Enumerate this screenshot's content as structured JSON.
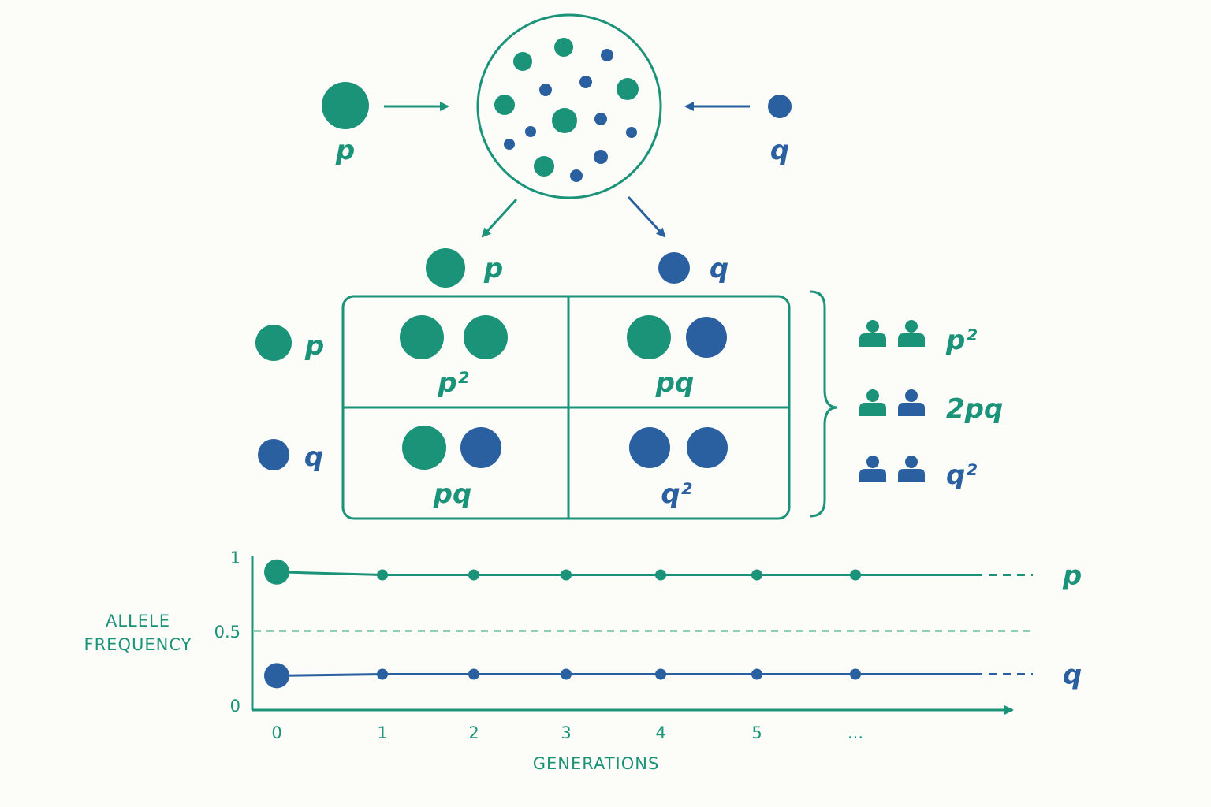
{
  "colors": {
    "green": "#1a9378",
    "blue": "#2a5fa0",
    "dashed_mid": "#8fcfba",
    "background": "#fcfcf9"
  },
  "labels": {
    "p": "p",
    "q": "q",
    "p_squared": "p²",
    "pq": "pq",
    "q_squared": "q²",
    "two_pq": "2pq"
  },
  "icons": {
    "allele": "circle",
    "gene_pool": "circle-with-dots",
    "person": "person-icon",
    "brace": "right-curly-brace"
  },
  "punnett": {
    "columns": [
      "p",
      "q"
    ],
    "rows": [
      "p",
      "q"
    ],
    "cells": [
      [
        "p²",
        "pq"
      ],
      [
        "pq",
        "q²"
      ]
    ]
  },
  "genotypes": [
    {
      "label": "p²",
      "alleles": [
        "p",
        "p"
      ]
    },
    {
      "label": "2pq",
      "alleles": [
        "p",
        "q"
      ]
    },
    {
      "label": "q²",
      "alleles": [
        "q",
        "q"
      ]
    }
  ],
  "chart_data": {
    "type": "line",
    "xlabel": "GENERATIONS",
    "ylabel": "ALLELE FREQUENCY",
    "x_ticks": [
      "0",
      "1",
      "2",
      "3",
      "4",
      "5",
      "..."
    ],
    "y_ticks": [
      "0",
      "0.5",
      "1"
    ],
    "ylim": [
      0,
      1
    ],
    "reference_line": 0.5,
    "series": [
      {
        "name": "p",
        "color": "green",
        "x": [
          0,
          1,
          2,
          3,
          4,
          5,
          6
        ],
        "values": [
          0.9,
          0.88,
          0.88,
          0.88,
          0.88,
          0.88,
          0.88
        ]
      },
      {
        "name": "q",
        "color": "blue",
        "x": [
          0,
          1,
          2,
          3,
          4,
          5,
          6
        ],
        "values": [
          0.2,
          0.21,
          0.21,
          0.21,
          0.21,
          0.21,
          0.21
        ]
      }
    ]
  }
}
